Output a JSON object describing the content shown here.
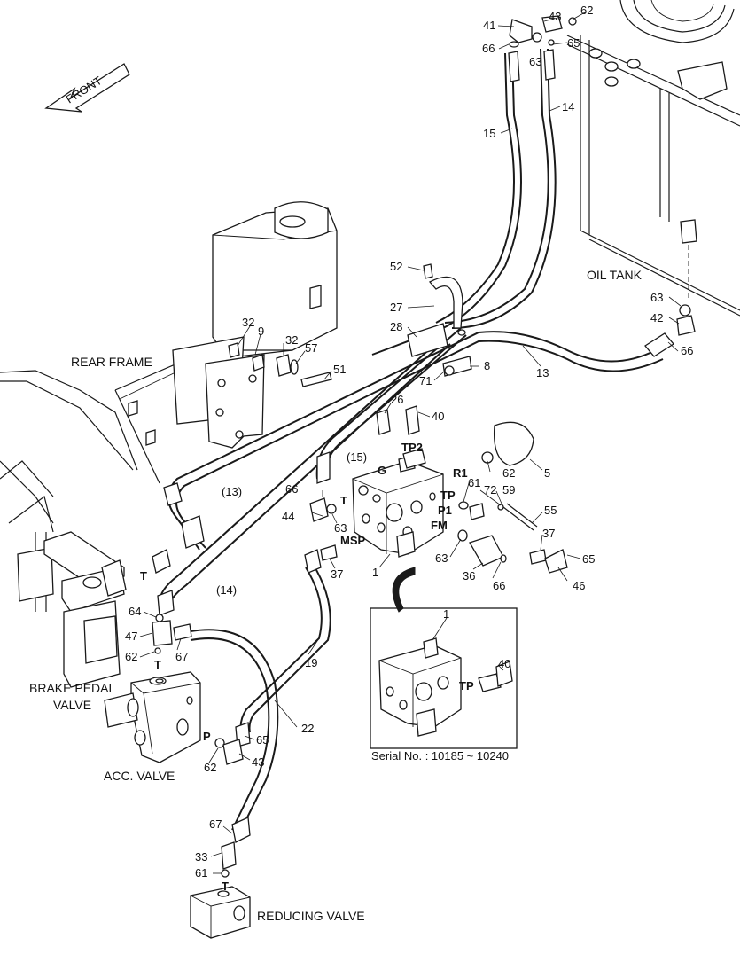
{
  "front_label": "FRONT",
  "areas": {
    "rear_frame": "REAR FRAME",
    "oil_tank": "OIL TANK",
    "brake_valve_1": "BRAKE PEDAL",
    "brake_valve_2": "VALVE",
    "acc_valve": "ACC. VALVE",
    "reducing_valve": "REDUCING VALVE"
  },
  "ports": {
    "t_left": "T",
    "g": "G",
    "tp2": "TP2",
    "r1": "R1",
    "tp": "TP",
    "p1": "P1",
    "fm": "FM",
    "msp": "MSP",
    "t_pedal": "T",
    "t_acc": "T",
    "p_acc": "P",
    "t_reducing": "T",
    "tp_detail": "TP"
  },
  "callouts": {
    "c41": "41",
    "c43_top": "43",
    "c62_top": "62",
    "c66_top": "66",
    "c63_top": "63",
    "c65_top": "65",
    "c14": "14",
    "c15": "15",
    "c52": "52",
    "c27": "27",
    "c28": "28",
    "c8": "8",
    "c71": "71",
    "c13": "13",
    "c63_right": "63",
    "c42": "42",
    "c66_right": "66",
    "c32a": "32",
    "c9": "9",
    "c32b": "32",
    "c57": "57",
    "c51": "51",
    "c26": "26",
    "c40": "40",
    "c15p": "(15)",
    "c13p": "(13)",
    "c62_acc": "62",
    "c5": "5",
    "c61": "61",
    "c72": "72",
    "c59": "59",
    "c55": "55",
    "c37_right": "37",
    "c65_right": "65",
    "c63_mid": "63",
    "c36": "36",
    "c66_mid": "66",
    "c46": "46",
    "c66_left": "66",
    "c44": "44",
    "c63_left": "63",
    "c37": "37",
    "c1": "1",
    "c14p": "(14)",
    "c64": "64",
    "c47": "47",
    "c62_pedal": "62",
    "c67": "67",
    "c19": "19",
    "c22": "22",
    "c65_low": "65",
    "c62_low": "62",
    "c43_low": "43",
    "c67_low": "67",
    "c33": "33",
    "c61_low": "61",
    "c1_detail": "1",
    "c40_detail": "40"
  },
  "serial_note": "Serial No. : 10185 ~ 10240"
}
